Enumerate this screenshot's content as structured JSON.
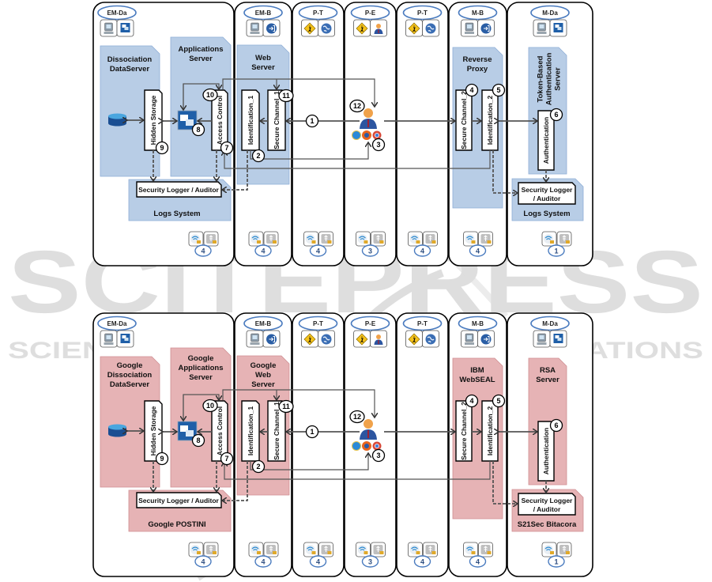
{
  "watermark": {
    "title": "SCITEPRESS",
    "subtitle": "SCIENCE AND TECHNOLOGY PUBLICATIONS"
  },
  "lanes": [
    {
      "id": "em-da",
      "label": "EM-Da",
      "icons": [
        "workstation-icon",
        "database-window-icon"
      ],
      "security_level": "4"
    },
    {
      "id": "em-b",
      "label": "EM-B",
      "icons": [
        "workstation-icon",
        "login-icon"
      ],
      "security_level": "4"
    },
    {
      "id": "p-t1",
      "label": "P-T",
      "icons": [
        "pedestrian-sign-icon",
        "globe-icon"
      ],
      "security_level": "4"
    },
    {
      "id": "p-e",
      "label": "P-E",
      "icons": [
        "pedestrian-sign-icon",
        "user-icon"
      ],
      "security_level": "3"
    },
    {
      "id": "p-t2",
      "label": "P-T",
      "icons": [
        "pedestrian-sign-icon",
        "globe-icon"
      ],
      "security_level": "4"
    },
    {
      "id": "m-b",
      "label": "M-B",
      "icons": [
        "server-icon",
        "login-icon"
      ],
      "security_level": "4"
    },
    {
      "id": "m-da",
      "label": "M-Da",
      "icons": [
        "server-icon",
        "database-window-icon"
      ],
      "security_level": "1"
    }
  ],
  "footer_icons": [
    "wifi-lock-icon",
    "usb-lock-icon"
  ],
  "components": {
    "hidden_storage": "Hidden Storage",
    "access_control": "Access Control",
    "identification_1": "Identification_1",
    "secure_channel_1": "Secure Channel_1",
    "secure_channel_2": "Secure Channel_2",
    "identification_2": "Identification_2",
    "authentication": "Authentication",
    "logger": "Security Logger / Auditor",
    "logger_line1": "Security Logger",
    "logger_line2": "/ Auditor"
  },
  "steps": [
    "1",
    "2",
    "3",
    "4",
    "5",
    "6",
    "7",
    "8",
    "9",
    "10",
    "11",
    "12"
  ],
  "diagrams": [
    {
      "name": "abstract",
      "zone_color": "#b8cde6",
      "zones": {
        "dissociation": [
          "Dissociation",
          "DataServer"
        ],
        "applications": [
          "Applications",
          "Server"
        ],
        "web": [
          "Web",
          "Server"
        ],
        "proxy": [
          "Reverse",
          "Proxy"
        ],
        "auth_server": [
          "Token-Based",
          "Authentication",
          "Server"
        ],
        "logs_left": "Logs System",
        "logs_right": "Logs System"
      },
      "logger_right_label": "Security Logger / Auditor"
    },
    {
      "name": "concrete",
      "zone_color": "#e6b3b5",
      "zones": {
        "dissociation": [
          "Google",
          "Dissociation",
          "DataServer"
        ],
        "applications": [
          "Google",
          "Applications",
          "Server"
        ],
        "web": [
          "Google",
          "Web",
          "Server"
        ],
        "proxy": [
          "IBM",
          "WebSEAL"
        ],
        "auth_server": [
          "RSA",
          "Server"
        ],
        "logs_left": "Google POSTINI",
        "logs_right": "S21Sec Bitacora"
      },
      "logger_right_label": "SecurityLogger / Auditor"
    }
  ]
}
